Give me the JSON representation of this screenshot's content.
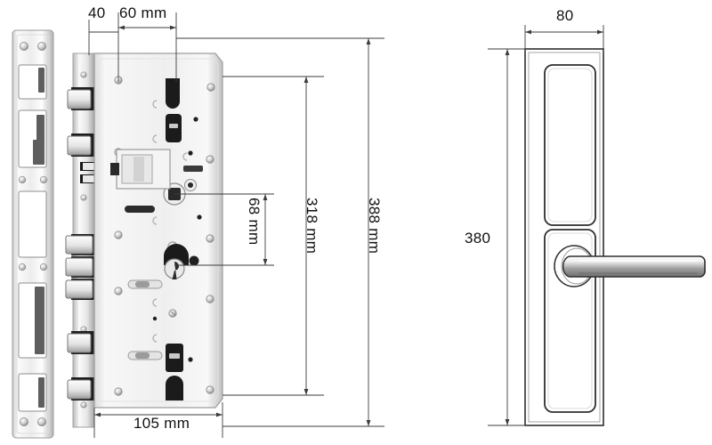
{
  "drawing": {
    "title": "Mortise door lock body and handle escutcheon technical drawing",
    "background_color": "#ffffff",
    "line_color": "#2b2b2b",
    "metal_light": "#f2f2f2",
    "metal_mid": "#d8d8d8",
    "metal_dark": "#9a9a9a",
    "bolt_dark": "#1c1c1c"
  },
  "views": {
    "strike_plate": {
      "name": "strike-plate"
    },
    "lock_body": {
      "name": "lock-body"
    },
    "escutcheon": {
      "name": "handle-escutcheon"
    }
  },
  "dimensions": {
    "backset_front": {
      "label": "40",
      "orientation": "horizontal"
    },
    "backset_rear": {
      "label": "60 mm",
      "orientation": "horizontal"
    },
    "body_width": {
      "label": "105 mm",
      "orientation": "horizontal"
    },
    "spindle_to_cylinder": {
      "label": "68 mm",
      "orientation": "vertical"
    },
    "bolt_centers": {
      "label": "318 mm",
      "orientation": "vertical"
    },
    "faceplate_length": {
      "label": "388 mm",
      "orientation": "vertical"
    },
    "escutcheon_width": {
      "label": "80",
      "orientation": "horizontal"
    },
    "escutcheon_height": {
      "label": "380",
      "orientation": "vertical"
    }
  },
  "chart_data": {
    "type": "table",
    "title": "Mortise lock dimensions",
    "categories": [
      "40",
      "60 mm",
      "105 mm",
      "68 mm",
      "318 mm",
      "388 mm",
      "80",
      "380"
    ],
    "values": [
      40,
      60,
      105,
      68,
      318,
      388,
      80,
      380
    ],
    "ylabel": "mm"
  }
}
